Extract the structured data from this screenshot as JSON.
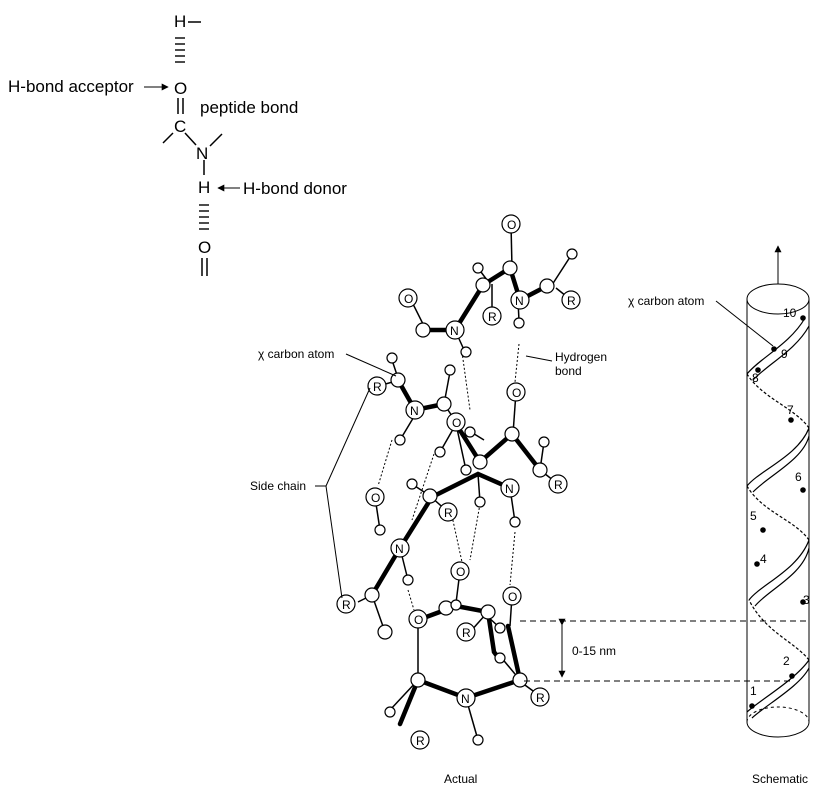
{
  "peptide": {
    "h_top": "H",
    "o_acceptor": "O",
    "c_atom": "C",
    "n_atom": "N",
    "h_donor": "H",
    "o_bottom": "O",
    "acceptor_label": "H-bond acceptor",
    "bond_label": "peptide bond",
    "donor_label": "H-bond donor"
  },
  "actual": {
    "chi_label": "χ carbon atom",
    "hbond_label_line1": "Hydrogen",
    "hbond_label_line2": "bond",
    "side_chain_label": "Side chain",
    "distance_label": "0-15 nm",
    "caption": "Actual",
    "atom_labels": {
      "O": "O",
      "N": "N",
      "R": "R"
    }
  },
  "schematic": {
    "chi_label": "χ carbon atom",
    "caption": "Schematic",
    "residue_numbers": [
      "1",
      "2",
      "3",
      "4",
      "5",
      "6",
      "7",
      "8",
      "9",
      "10"
    ]
  }
}
